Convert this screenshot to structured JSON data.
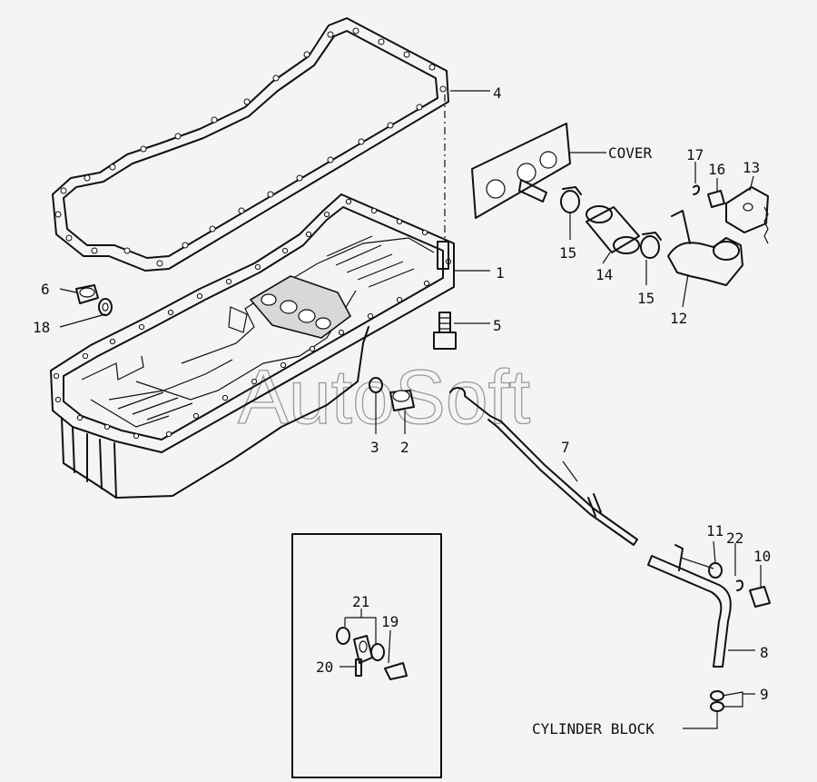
{
  "watermark": "AutoSoft",
  "labels": {
    "cover": "COVER",
    "cylinder_block": "CYLINDER BLOCK"
  },
  "callouts": [
    "1",
    "2",
    "3",
    "4",
    "5",
    "6",
    "7",
    "8",
    "9",
    "10",
    "11",
    "12",
    "13",
    "14",
    "15",
    "15",
    "16",
    "17",
    "18",
    "19",
    "20",
    "21",
    "22"
  ]
}
